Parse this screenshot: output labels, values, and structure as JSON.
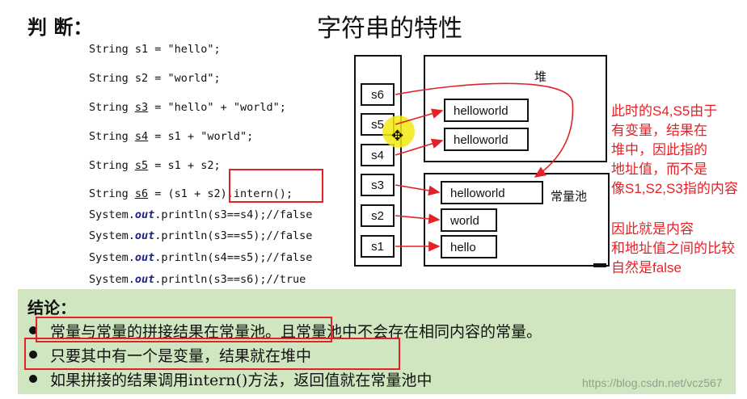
{
  "heading": "判 断：",
  "title": "字符串的特性",
  "code_lines": [
    {
      "a": "String ",
      "b": "s1",
      "c": " = \"hello\";"
    },
    {
      "a": "String ",
      "b": "s2",
      "c": " = \"world\";"
    },
    {
      "a": "String ",
      "b": "s3",
      "c": " = \"hello\" + \"world\";"
    },
    {
      "a": "String ",
      "b": "s4",
      "c": " = s1 + \"world\";"
    },
    {
      "a": "String ",
      "b": "s5",
      "c": " = s1 + s2;"
    },
    {
      "a": "String ",
      "b": "s6",
      "c": " = (s1 + s2).intern();"
    }
  ],
  "print_lines": [
    {
      "a": "System.",
      "b": "out",
      "c": ".println(s3==s4);//false"
    },
    {
      "a": "System.",
      "b": "out",
      "c": ".println(s3==s5);//false"
    },
    {
      "a": "System.",
      "b": "out",
      "c": ".println(s4==s5);//false"
    },
    {
      "a": "System.",
      "b": "out",
      "c": ".println(s3==s6);//true"
    }
  ],
  "diagram": {
    "stack_refs": [
      "s6",
      "s5",
      "s4",
      "s3",
      "s2",
      "s1"
    ],
    "heap_label": "堆",
    "pool_label": "常量池",
    "heap_values": [
      "helloworld",
      "helloworld"
    ],
    "pool_values": [
      "helloworld",
      "world",
      "hello"
    ]
  },
  "note1": "此时的S4,S5由于\n有变量，结果在\n堆中，因此指的\n地址值，而不是\n像S1,S2,S3指的内容",
  "note2": "因此就是内容\n和地址值之间的比较\n自然是false",
  "conclusion": {
    "title": "结论：",
    "items": [
      "常量与常量的拼接结果在常量池。且常量池中不会存在相同内容的常量。",
      "只要其中有一个是变量，结果就在堆中",
      "如果拼接的结果调用intern()方法，返回值就在常量池中"
    ]
  },
  "watermark": "https://blog.csdn.net/vcz567",
  "colors": {
    "accent_red": "#e32227",
    "panel_green": "#cfe6c1"
  }
}
